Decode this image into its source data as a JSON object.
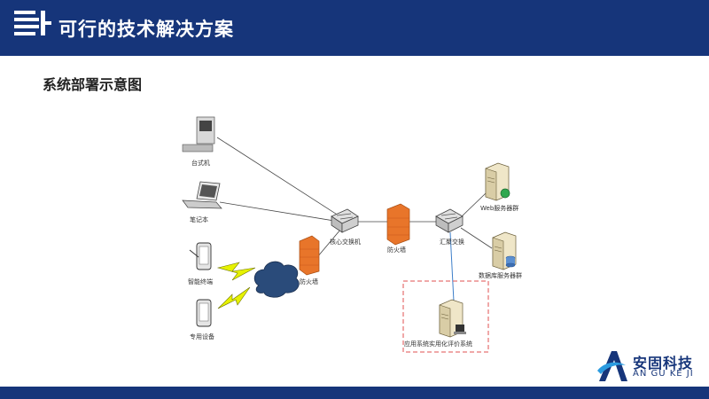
{
  "header": {
    "title": "可行的技术解决方案"
  },
  "section_title": "系统部署示意图",
  "nodes": {
    "desktop": "台式机",
    "laptop": "笔记本",
    "smart_terminal": "智能终端",
    "dedicated_device": "专用设备",
    "firewall_left": "防火墙",
    "core_switch": "核心交换机",
    "firewall_mid": "防火墙",
    "aggregation_switch": "汇聚交换",
    "web_server": "Web服务器群",
    "db_server": "数据库服务器群",
    "app_system": "应用系统实用化评价系统"
  },
  "brand": {
    "name_cn": "安固科技",
    "name_en": "AN GU KE JI"
  },
  "colors": {
    "header": "#16357a",
    "firewall": "#e8752a",
    "link_blue": "#3d7fc9",
    "highlight_box": "#e05050"
  }
}
